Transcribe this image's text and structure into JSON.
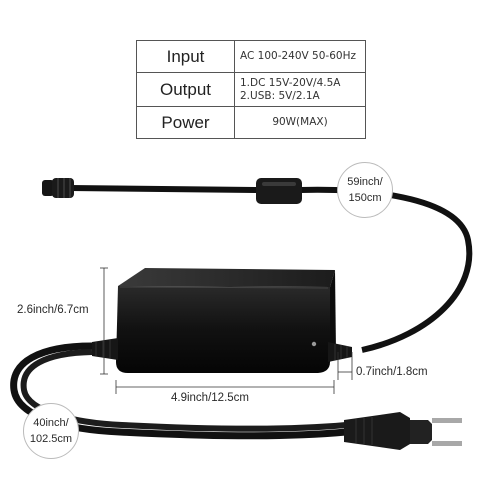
{
  "specs": [
    {
      "label": "Input",
      "lines": [
        "AC 100-240V 50-60Hz"
      ]
    },
    {
      "label": "Output",
      "lines": [
        "1.DC 15V-20V/4.5A",
        "2.USB: 5V/2.1A"
      ]
    },
    {
      "label": "Power",
      "lines": [
        "90W(MAX)"
      ]
    }
  ],
  "dimensions": {
    "height": "2.6inch/6.7cm",
    "width": "4.9inch/12.5cm",
    "depth": "0.7inch/1.8cm",
    "dc_cable": {
      "line1": "59inch/",
      "line2": "150cm"
    },
    "ac_cable": {
      "line1": "40inch/",
      "line2": "102.5cm"
    }
  },
  "colors": {
    "border": "#555555",
    "adapter": "#111111"
  }
}
